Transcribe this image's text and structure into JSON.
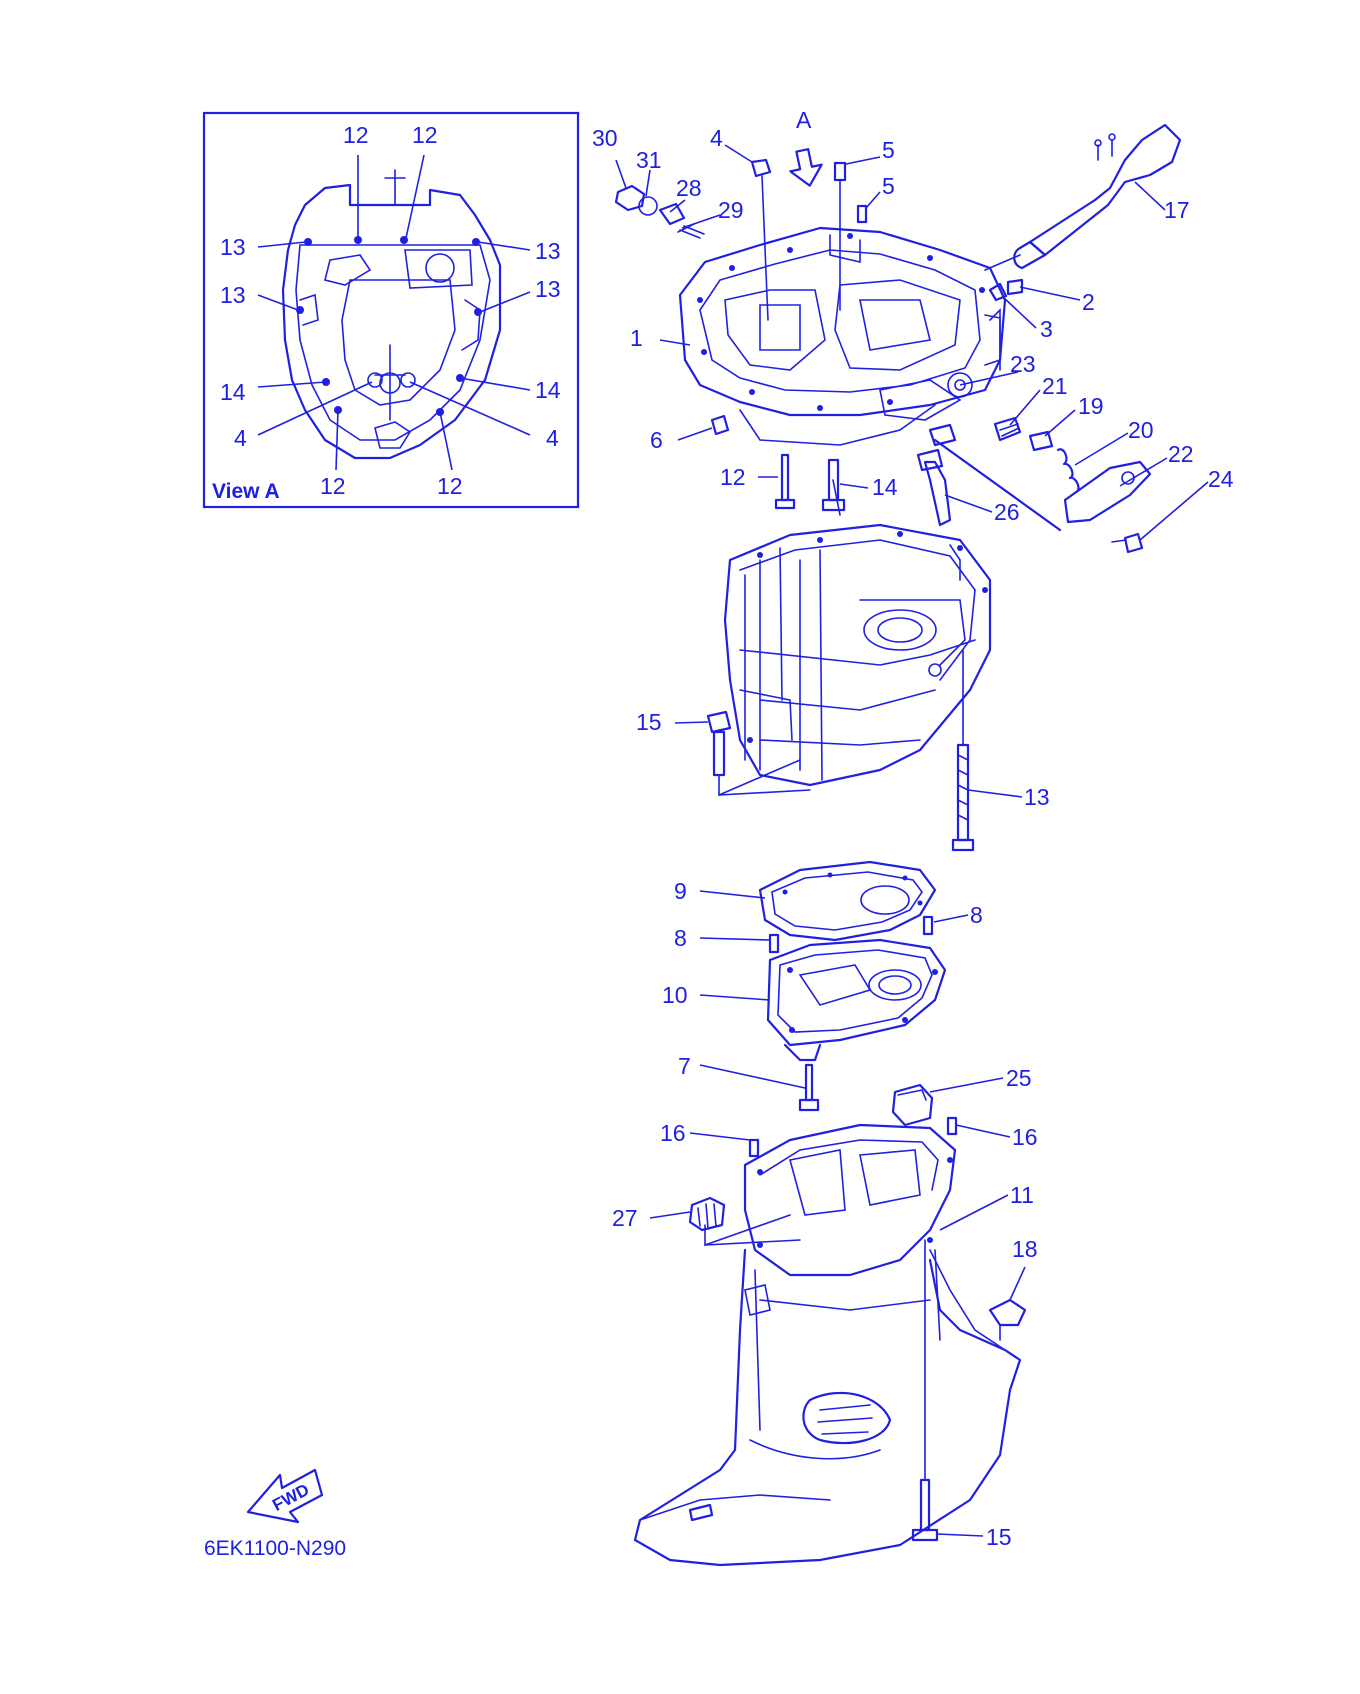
{
  "inset": {
    "caption": "View A"
  },
  "view_arrow": {
    "label": "A"
  },
  "fwd": {
    "label": "FWD"
  },
  "diagram_code": "6EK1100-N290",
  "colors": {
    "line": "#2020e0",
    "background": "#ffffff"
  },
  "callouts": [
    "30",
    "31",
    "4",
    "28",
    "29",
    "5",
    "5",
    "17",
    "2",
    "3",
    "1",
    "23",
    "21",
    "19",
    "20",
    "22",
    "24",
    "6",
    "12",
    "14",
    "26",
    "15",
    "13",
    "9",
    "8",
    "8",
    "10",
    "7",
    "25",
    "16",
    "16",
    "27",
    "11",
    "18",
    "15"
  ],
  "inset_callouts": [
    "12",
    "12",
    "13",
    "13",
    "13",
    "13",
    "14",
    "14",
    "4",
    "4",
    "12",
    "12"
  ]
}
